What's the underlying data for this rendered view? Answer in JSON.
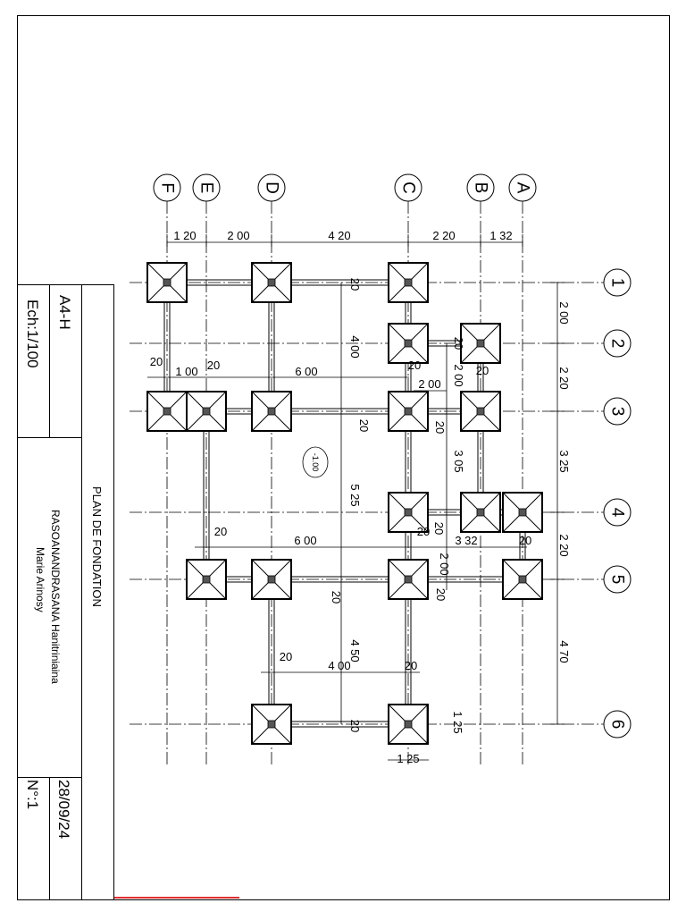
{
  "colors": {
    "ink": "#000000",
    "paper": "#ffffff",
    "accent_line": "#e03030"
  },
  "title_block": {
    "format": "A4-H",
    "scale": "Ech:1/100",
    "title": "PLAN DE FONDATION",
    "author_line1": "RASOANANDRASANA Hanitriniaina",
    "author_line2": "Marie Arinosy",
    "date": "28/09/24",
    "number": "N°:1"
  },
  "grid": {
    "columns": [
      "F",
      "E",
      "D",
      "C",
      "B",
      "A"
    ],
    "rows": [
      "1",
      "2",
      "3",
      "4",
      "5",
      "6"
    ]
  },
  "level_mark": "-1.00",
  "dimensions": {
    "top_chain": [
      "1 20",
      "2 00",
      "4 20",
      "2 20",
      "1 32"
    ],
    "right_chain": [
      "2 00",
      "2 20",
      "3 25",
      "2 20",
      "4 70"
    ],
    "inner": {
      "h_20_a": "20",
      "h_100": "1 00",
      "h_20_b": "20",
      "h_600_top": "6 00",
      "h_20_c": "20",
      "h_200_mid": "2 00",
      "h_20_d": "20",
      "h_20_e": "20",
      "h_600_bottom": "6 00",
      "h_20_f": "20",
      "h_332": "3 32",
      "h_20_g": "20",
      "h_20_h": "20",
      "h_400": "4 00",
      "h_20_i": "20",
      "h_125": "1 25",
      "v_20_1": "20",
      "v_400": "4 00",
      "v_20_2": "20",
      "v_525": "5 25",
      "v_20_3": "20",
      "v_450": "4 50",
      "v_20_4": "20",
      "v_20_5": "20",
      "v_200_a": "2 00",
      "v_20_6": "20",
      "v_305": "3 05",
      "v_20_7": "20",
      "v_200_b": "2 00",
      "v_20_8": "20",
      "v_20_9": "20",
      "v_125": "1 25"
    }
  }
}
